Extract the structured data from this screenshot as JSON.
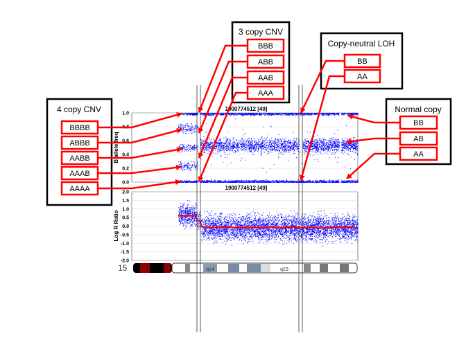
{
  "colors": {
    "arrow": "#ff0000",
    "dots": "#0000ff",
    "segment": "#ff0000",
    "box_border": "#000000",
    "item_border": "#ff0000"
  },
  "boxes": {
    "four_copy": {
      "title": "4 copy CNV",
      "items": [
        "BBBB",
        "ABBB",
        "AABB",
        "AAAB",
        "AAAA"
      ]
    },
    "three_copy": {
      "title": "3 copy CNV",
      "items": [
        "BBB",
        "ABB",
        "AAB",
        "AAA"
      ]
    },
    "loh": {
      "title": "Copy-neutral LOH",
      "items": [
        "BB",
        "AA"
      ]
    },
    "normal": {
      "title": "Normal copy",
      "items": [
        "BB",
        "AB",
        "AA"
      ]
    }
  },
  "baf_plot": {
    "header": "1900774512 [49]",
    "ylabel": "B allele freq",
    "yticks": [
      "1.0",
      "0.8",
      "0.6",
      "0.4",
      "0.2",
      "0.0"
    ]
  },
  "lrr_plot": {
    "header": "1900774512 [49]",
    "ylabel": "Log R Ratio",
    "yticks": [
      "2.0",
      "1.5",
      "1.0",
      "0.5",
      "0.0",
      "-0.5",
      "-1.0",
      "-1.5",
      "-2.0"
    ]
  },
  "chromosome": {
    "number": "15",
    "band_labels": [
      "q14",
      "q23"
    ]
  }
}
